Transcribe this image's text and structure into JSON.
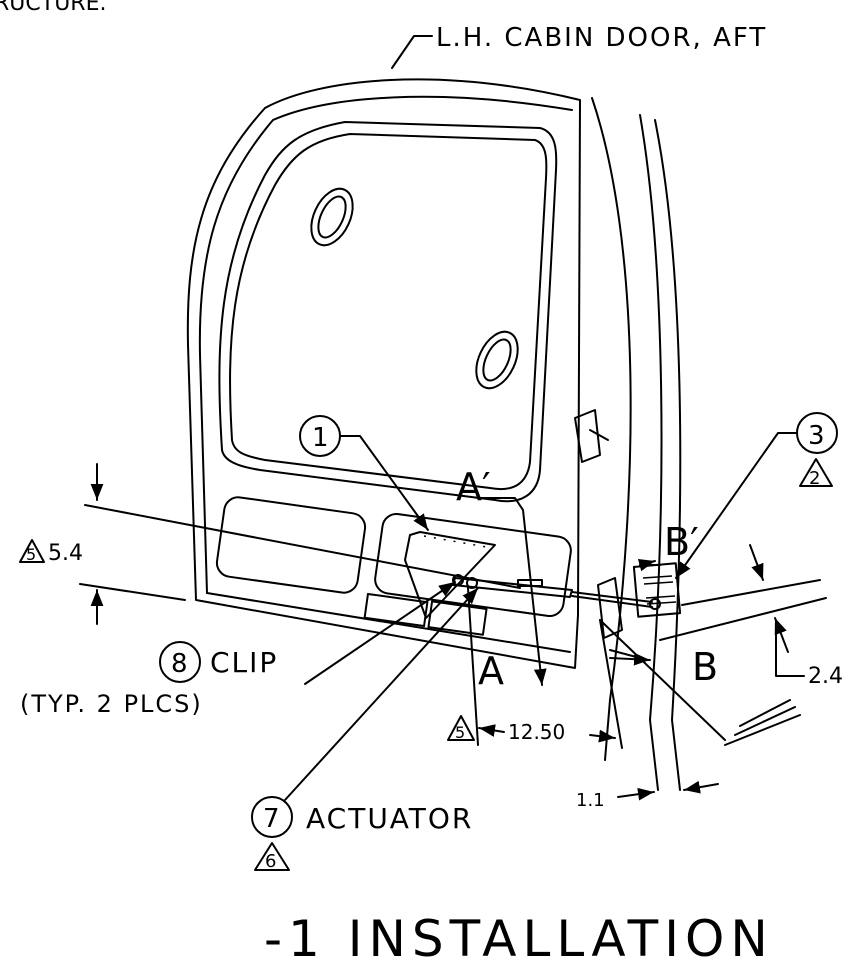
{
  "drawing": {
    "top_fragment": "RUCTURE.",
    "door_label": "L.H. CABIN DOOR, AFT",
    "title": "-1 INSTALLATION"
  },
  "callouts": {
    "item1": "1",
    "item3": "3",
    "item3_flag": "2",
    "item8": "8",
    "item8_label": "CLIP",
    "item8_note": "(TYP. 2 PLCS)",
    "item7": "7",
    "item7_label": "ACTUATOR",
    "item7_flag": "6"
  },
  "views": {
    "a_prime": "A′",
    "a": "A",
    "b_prime": "B′",
    "b": "B"
  },
  "dimensions": {
    "d54": "5.4",
    "d54_flag": "5",
    "d1250": "12.50",
    "d1250_flag": "5",
    "d24": "2.4",
    "d11": "1.1"
  }
}
